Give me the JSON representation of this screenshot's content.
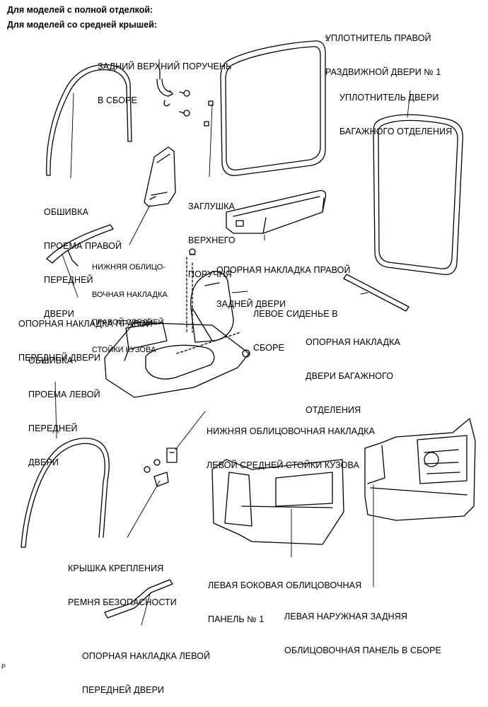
{
  "headers": {
    "full_trim": "Для моделей с полной отделкой:",
    "middle_roof": "Для моделей со средней крышей:"
  },
  "labels": {
    "rear_upper_assist_grip": [
      "ЗАДНИЙ ВЕРХНИЙ ПОРУЧЕНЬ",
      "В СБОРЕ"
    ],
    "rh_slide_door_weatherstrip": [
      "УПЛОТНИТЕЛЬ ПРАВОЙ",
      "РАЗДВИЖНОЙ ДВЕРИ № 1"
    ],
    "back_door_weatherstrip": [
      "УПЛОТНИТЕЛЬ ДВЕРИ",
      "БАГАЖНОГО ОТДЕЛЕНИЯ"
    ],
    "rh_front_door_opening_trim": [
      "ОБШИВКА",
      "ПРОЕМА ПРАВОЙ",
      "ПЕРЕДНЕЙ",
      "ДВЕРИ"
    ],
    "assist_grip_plug": [
      "ЗАГЛУШКА",
      "ВЕРХНЕГО",
      "ПОРУЧНЯ"
    ],
    "rh_rear_door_scuff_plate": [
      "ОПОРНАЯ НАКЛАДКА ПРАВОЙ",
      "ЗАДНЕЙ ДВЕРИ"
    ],
    "rh_center_pillar_lower_garnish": [
      "НИЖНЯЯ ОБЛИЦО-",
      "ВОЧНАЯ НАКЛАДКА",
      "ПРАВОЙ СРЕДНЕЙ",
      "СТОЙКИ КУЗОВА"
    ],
    "lh_seat_assy": [
      "ЛЕВОЕ СИДЕНЬЕ В",
      "СБОРЕ"
    ],
    "rh_front_door_scuff_plate": [
      "ОПОРНАЯ НАКЛАДКА ПРАВОЙ",
      "ПЕРЕДНЕЙ ДВЕРИ"
    ],
    "back_door_scuff_plate": [
      "ОПОРНАЯ НАКЛАДКА",
      "ДВЕРИ БАГАЖНОГО",
      "ОТДЕЛЕНИЯ"
    ],
    "lh_front_door_opening_trim": [
      "ОБШИВКА",
      "ПРОЕМА ЛЕВОЙ",
      "ПЕРЕДНЕЙ",
      "ДВЕРИ"
    ],
    "lh_center_pillar_lower_garnish": [
      "НИЖНЯЯ ОБЛИЦОВОЧНАЯ НАКЛАДКА",
      "ЛЕВОЙ СРЕДНЕЙ СТОЙКИ КУЗОВА"
    ],
    "seat_belt_anchor_cover": [
      "КРЫШКА КРЕПЛЕНИЯ",
      "РЕМНЯ БЕЗОПАСНОСТИ"
    ],
    "lh_side_panel_no1": [
      "ЛЕВАЯ БОКОВАЯ ОБЛИЦОВОЧНАЯ",
      "ПАНЕЛЬ № 1"
    ],
    "lh_rear_outer_panel_assy": [
      "ЛЕВАЯ НАРУЖНАЯ ЗАДНЯЯ",
      "ОБЛИЦОВОЧНАЯ ПАНЕЛЬ В СБОРЕ"
    ],
    "lh_front_door_scuff_plate": [
      "ОПОРНАЯ НАКЛАДКА ЛЕВОЙ",
      "ПЕРЕДНЕЙ ДВЕРИ"
    ]
  },
  "figure_code": "P"
}
